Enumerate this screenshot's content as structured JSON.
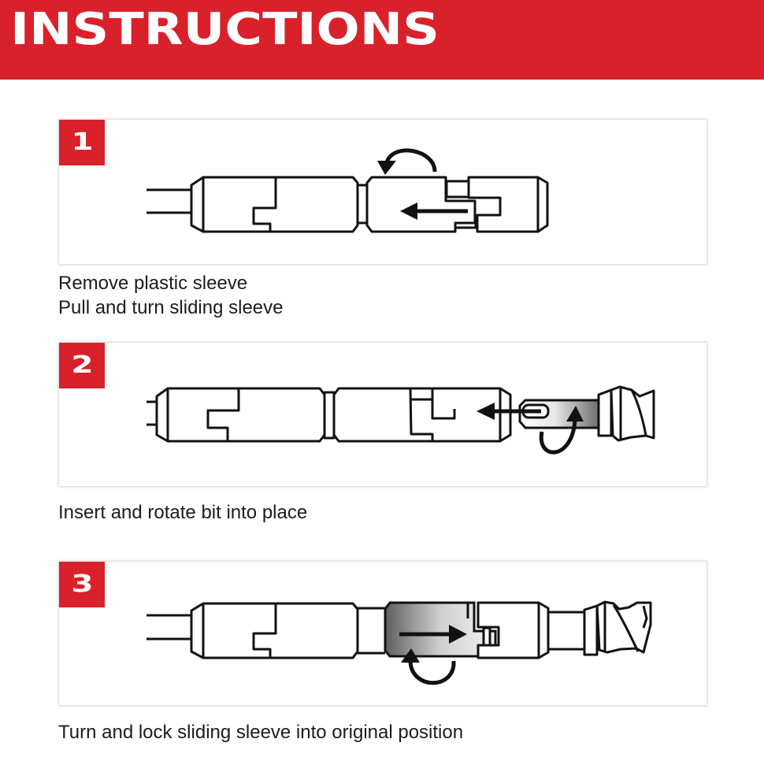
{
  "header": {
    "title": "INSTRUCTIONS",
    "background": "#d8212a",
    "text_color": "#ffffff"
  },
  "steps": [
    {
      "number": "1",
      "caption_lines": [
        "Remove plastic sleeve",
        "Pull and turn sliding sleeve"
      ],
      "illustration": "bit-holder-pull-and-turn-sleeve"
    },
    {
      "number": "2",
      "caption_lines": [
        "Insert and rotate bit into place"
      ],
      "illustration": "insert-and-rotate-bit"
    },
    {
      "number": "3",
      "caption_lines": [
        "Turn and lock sliding sleeve into original position"
      ],
      "illustration": "turn-and-lock-sleeve"
    }
  ],
  "colors": {
    "accent": "#d8212a",
    "line": "#111111",
    "text": "#1c1c1c"
  }
}
